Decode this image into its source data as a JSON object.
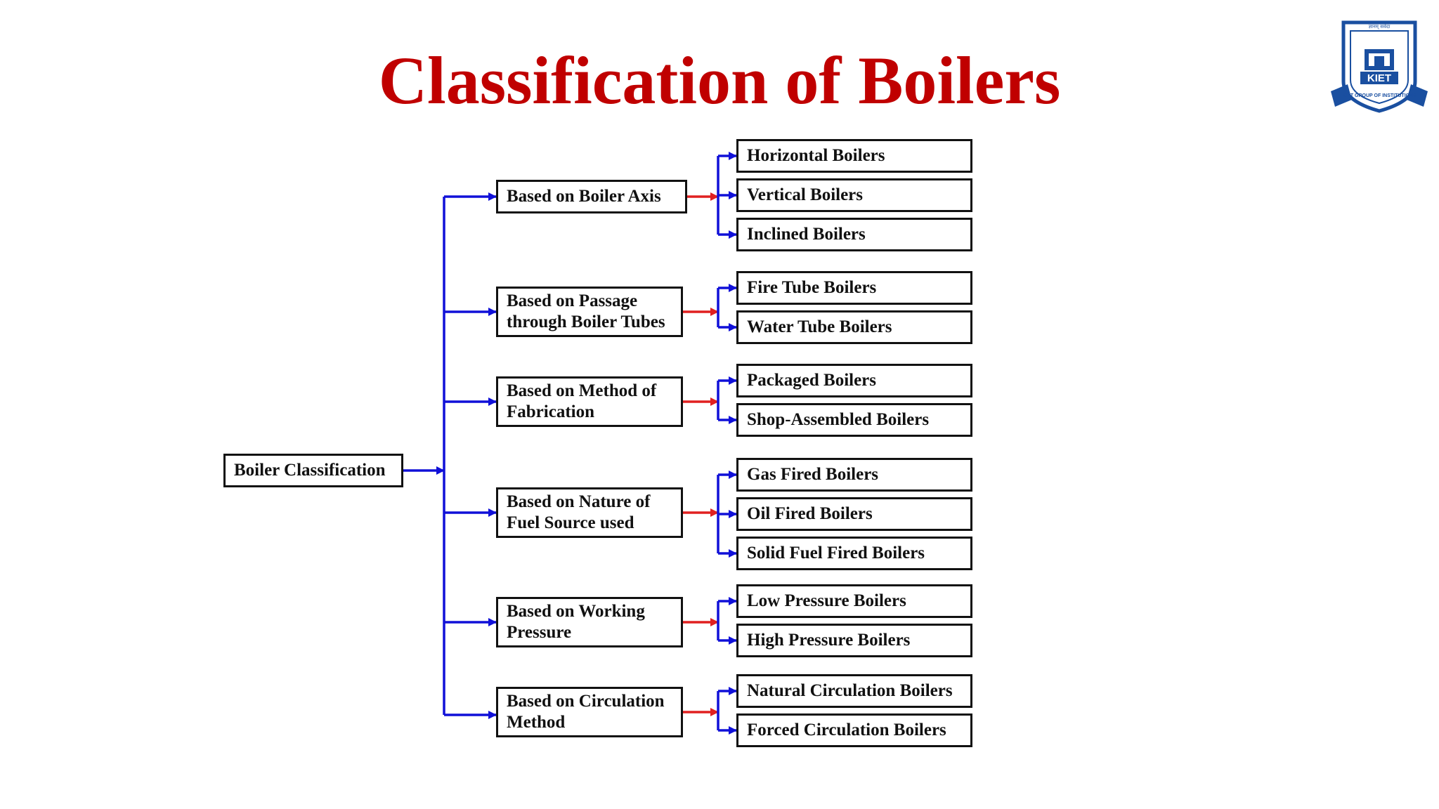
{
  "title": "Classification of Boilers",
  "colors": {
    "title": "#c00000",
    "primary_connector": "#1010d8",
    "secondary_connector": "#e02020",
    "box_border": "#111111"
  },
  "logo": {
    "icon": "kiet-crest-icon",
    "text": "KIET",
    "ring_text": "KIET GROUP OF INSTITUTIONS",
    "motto": "ज्ञानम् सर्वदा"
  },
  "diagram": {
    "root": "Boiler Classification",
    "categories": [
      {
        "label": "Based on Boiler Axis",
        "children": [
          "Horizontal Boilers",
          "Vertical Boilers",
          "Inclined Boilers"
        ]
      },
      {
        "label": "Based on Passage through Boiler Tubes",
        "children": [
          "Fire Tube Boilers",
          "Water Tube Boilers"
        ]
      },
      {
        "label": "Based on Method of Fabrication",
        "children": [
          "Packaged Boilers",
          "Shop-Assembled Boilers"
        ]
      },
      {
        "label": "Based on Nature of Fuel Source used",
        "children": [
          "Gas Fired Boilers",
          "Oil Fired Boilers",
          "Solid Fuel Fired Boilers"
        ]
      },
      {
        "label": "Based on Working Pressure",
        "children": [
          "Low Pressure Boilers",
          "High Pressure Boilers"
        ]
      },
      {
        "label": "Based on Circulation Method",
        "children": [
          "Natural Circulation Boilers",
          "Forced Circulation Boilers"
        ]
      }
    ]
  }
}
